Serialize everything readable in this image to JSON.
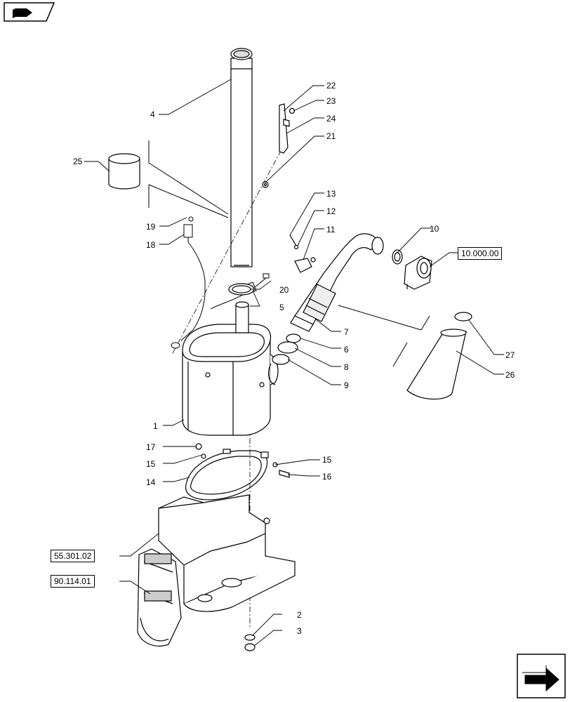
{
  "callouts": {
    "c1": "1",
    "c2": "2",
    "c3": "3",
    "c4": "4",
    "c5": "5",
    "c6": "6",
    "c7": "7",
    "c8": "8",
    "c9": "9",
    "c10": "10",
    "c11": "11",
    "c12": "12",
    "c13": "13",
    "c14": "14",
    "c15a": "15",
    "c15b": "15",
    "c16": "16",
    "c17": "17",
    "c18": "18",
    "c19": "19",
    "c20": "20",
    "c21": "21",
    "c22": "22",
    "c23": "23",
    "c24": "24",
    "c25": "25",
    "c26": "26",
    "c27": "27"
  },
  "references": {
    "r1": "10.000.00",
    "r2": "55.301.02",
    "r3": "90.114.01"
  },
  "icons": {
    "top_left": "book-arrow-icon",
    "bottom_right": "next-page-arrow-icon"
  }
}
